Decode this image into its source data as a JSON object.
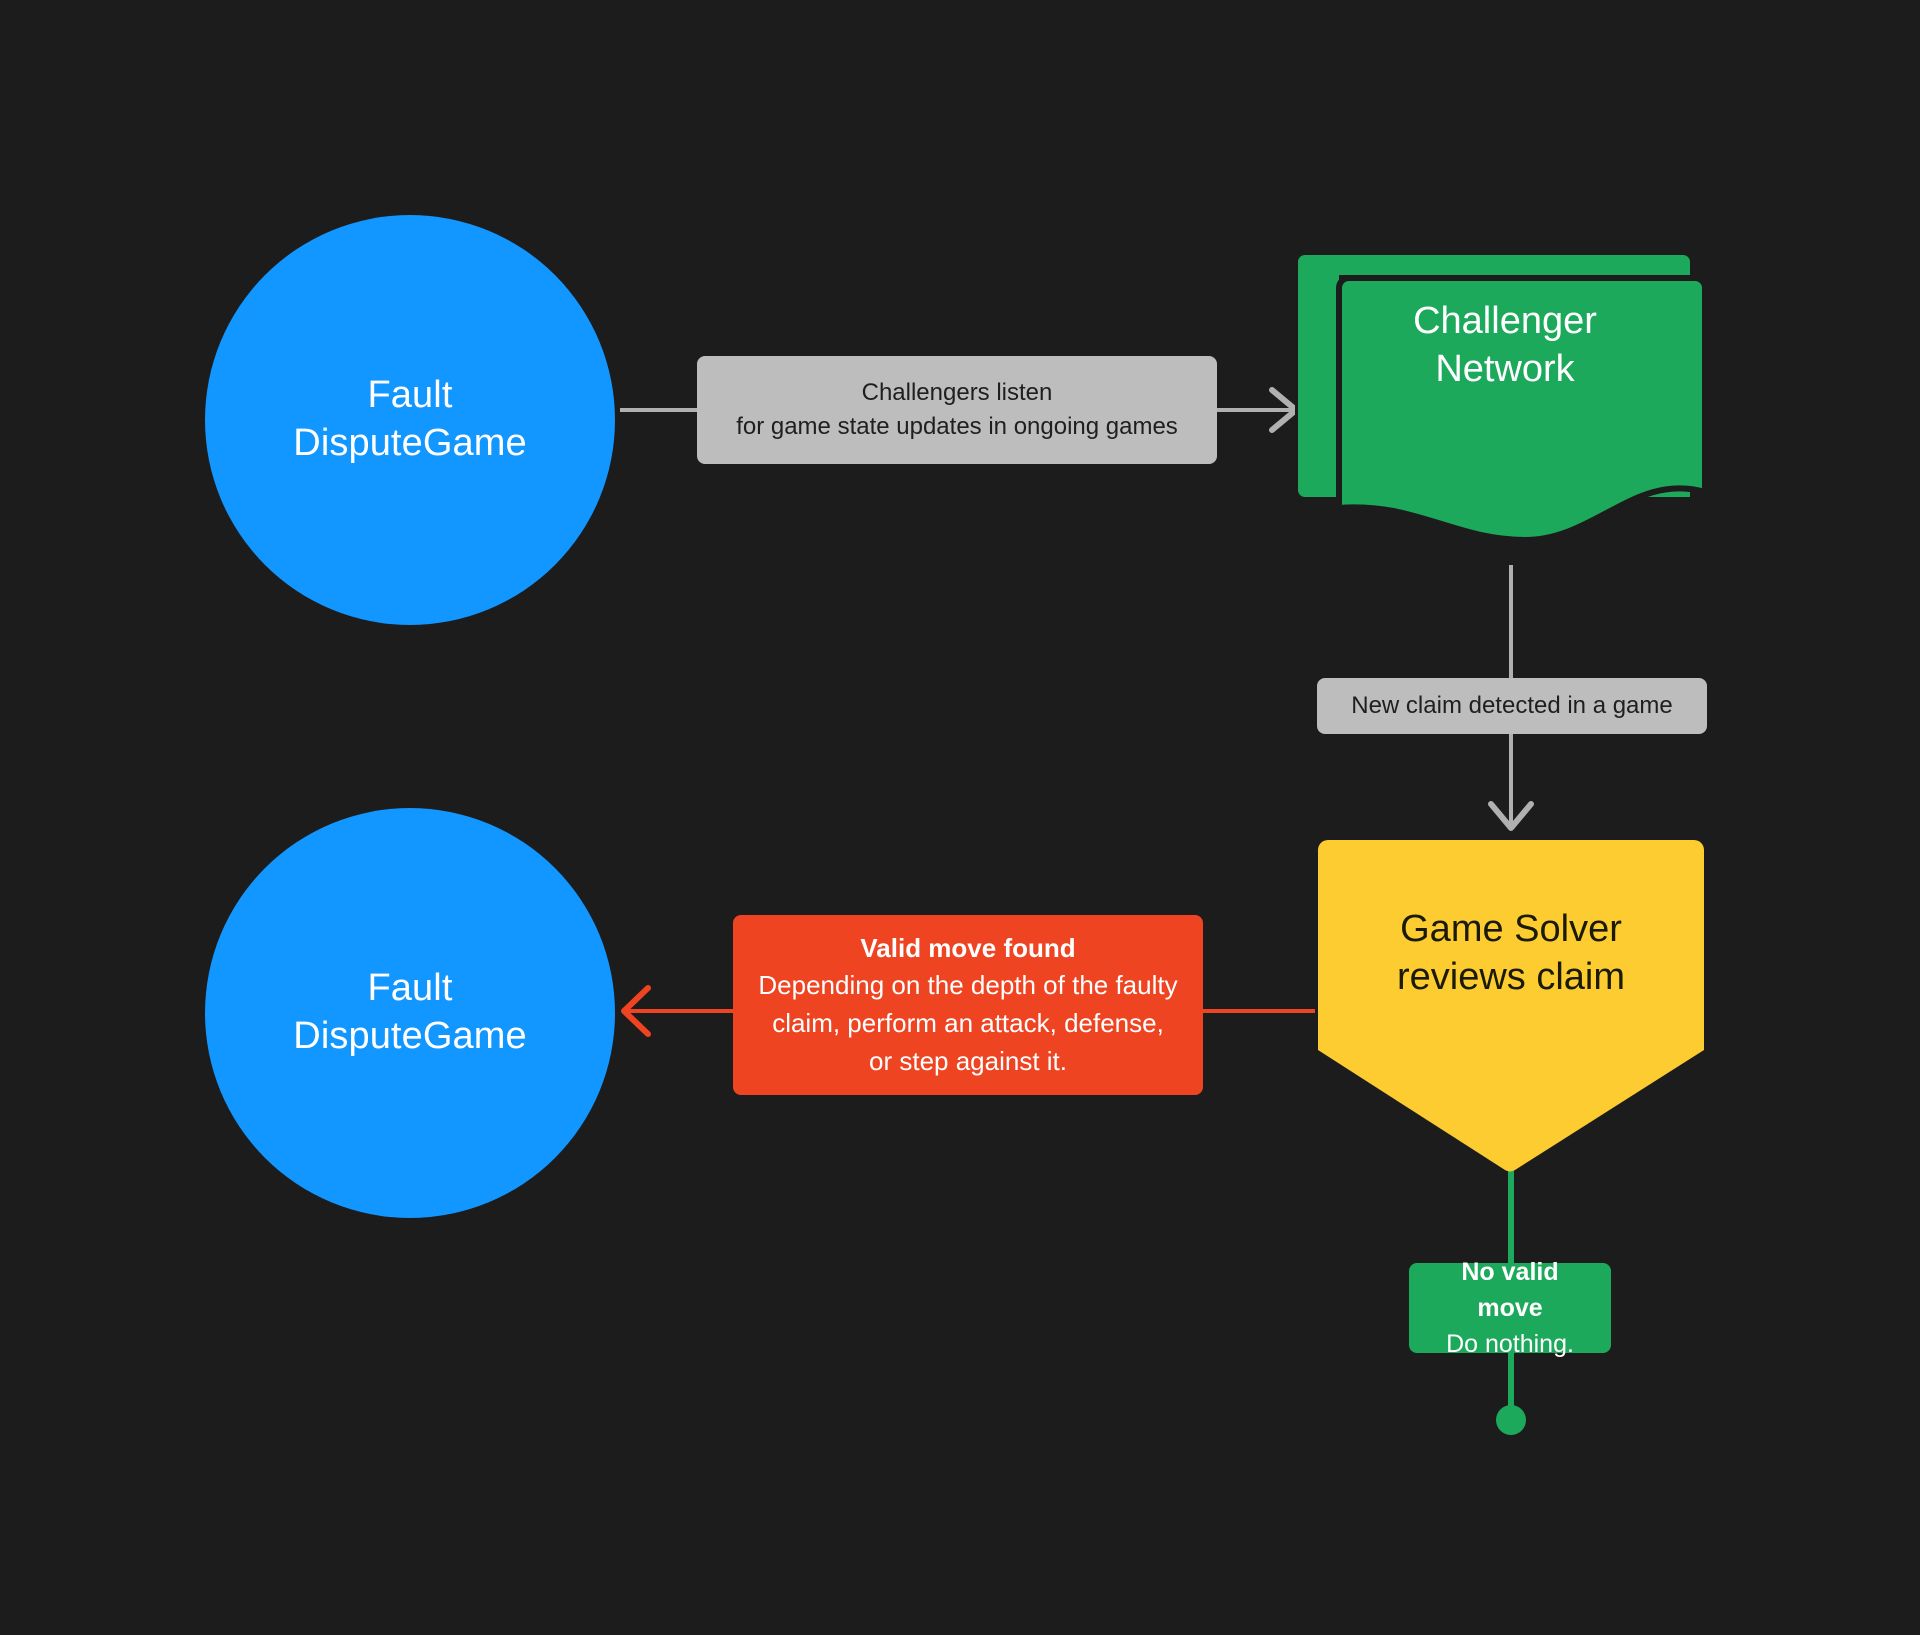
{
  "diagram": {
    "background_color": "#1c1c1c",
    "title": "Fault dispute game challenger flow"
  },
  "colors": {
    "blue": "#1296ff",
    "green": "#1da95b",
    "yellow": "#fdcc30",
    "red": "#ee4422",
    "gray": "#bdbdbd",
    "edge_gray": "#b0b0b0",
    "background": "#1c1c1c",
    "white": "#ffffff",
    "dark_text": "#1f1f1f"
  },
  "nodes": {
    "fault_dispute_game_top": {
      "shape": "circle",
      "line1": "Fault",
      "line2": "DisputeGame"
    },
    "challenger_network": {
      "shape": "multi-document",
      "line1": "Challenger",
      "line2": "Network"
    },
    "fault_dispute_game_bottom": {
      "shape": "circle",
      "line1": "Fault",
      "line2": "DisputeGame"
    },
    "game_solver": {
      "shape": "pentagon-down",
      "line1": "Game Solver",
      "line2": "reviews claim"
    }
  },
  "edges": {
    "listen": {
      "from": "fault-dispute-game-top",
      "to": "challenger-network",
      "color": "#b0b0b0",
      "direction": "right",
      "label": {
        "line1": "Challengers listen",
        "line2": "for game state updates in ongoing games"
      }
    },
    "new_claim": {
      "from": "challenger-network",
      "to": "game-solver",
      "color": "#b0b0b0",
      "direction": "down",
      "label": {
        "line1": "New claim detected in a game"
      }
    },
    "valid_move": {
      "from": "game-solver",
      "to": "fault-dispute-game-bottom",
      "color": "#ee4422",
      "direction": "left",
      "label": {
        "line1": "Valid move found",
        "line2": "Depending on the depth of the faulty",
        "line3": "claim, perform an attack, defense,",
        "line4": "or step against it."
      }
    },
    "no_valid_move": {
      "from": "game-solver",
      "to": "terminator",
      "color": "#1da95b",
      "direction": "down",
      "terminator": "filled-circle",
      "label": {
        "line1": "No valid move",
        "line2": "Do nothing."
      }
    }
  }
}
